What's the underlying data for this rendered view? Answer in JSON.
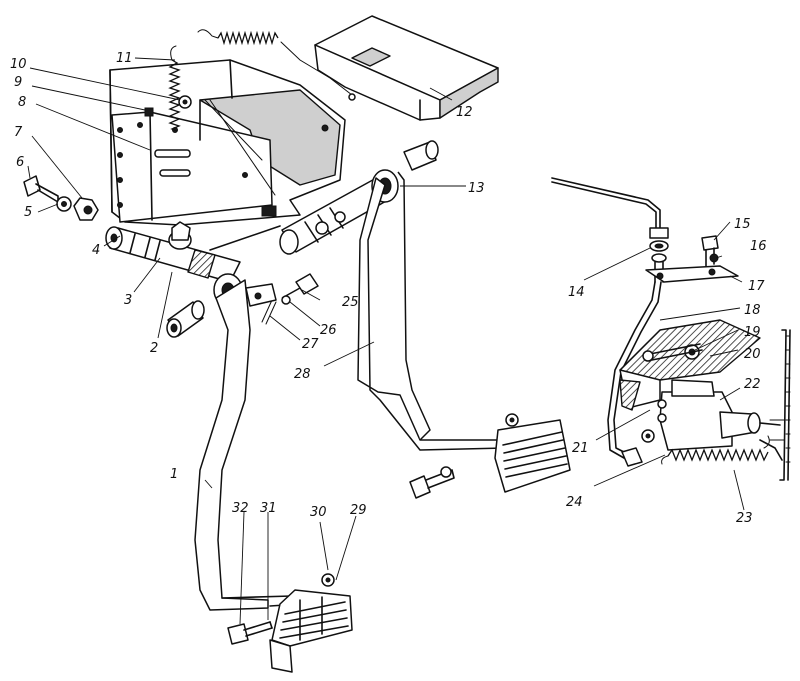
{
  "callouts": [
    {
      "id": "c1",
      "text": "1"
    },
    {
      "id": "c2",
      "text": "2"
    },
    {
      "id": "c3",
      "text": "3"
    },
    {
      "id": "c4",
      "text": "4"
    },
    {
      "id": "c5",
      "text": "5"
    },
    {
      "id": "c6",
      "text": "6"
    },
    {
      "id": "c7",
      "text": "7"
    },
    {
      "id": "c8",
      "text": "8"
    },
    {
      "id": "c9",
      "text": "9"
    },
    {
      "id": "c10",
      "text": "10"
    },
    {
      "id": "c11",
      "text": "11"
    },
    {
      "id": "c12",
      "text": "12"
    },
    {
      "id": "c13",
      "text": "13"
    },
    {
      "id": "c14",
      "text": "14"
    },
    {
      "id": "c15",
      "text": "15"
    },
    {
      "id": "c16",
      "text": "16"
    },
    {
      "id": "c17",
      "text": "17"
    },
    {
      "id": "c18",
      "text": "18"
    },
    {
      "id": "c19",
      "text": "19"
    },
    {
      "id": "c20",
      "text": "20"
    },
    {
      "id": "c21",
      "text": "21"
    },
    {
      "id": "c22",
      "text": "22"
    },
    {
      "id": "c23",
      "text": "23"
    },
    {
      "id": "c24",
      "text": "24"
    },
    {
      "id": "c25",
      "text": "25"
    },
    {
      "id": "c26",
      "text": "26"
    },
    {
      "id": "c27",
      "text": "27"
    },
    {
      "id": "c28",
      "text": "28"
    },
    {
      "id": "c29",
      "text": "29"
    },
    {
      "id": "c30",
      "text": "30"
    },
    {
      "id": "c31",
      "text": "31"
    },
    {
      "id": "c32",
      "text": "32"
    }
  ]
}
